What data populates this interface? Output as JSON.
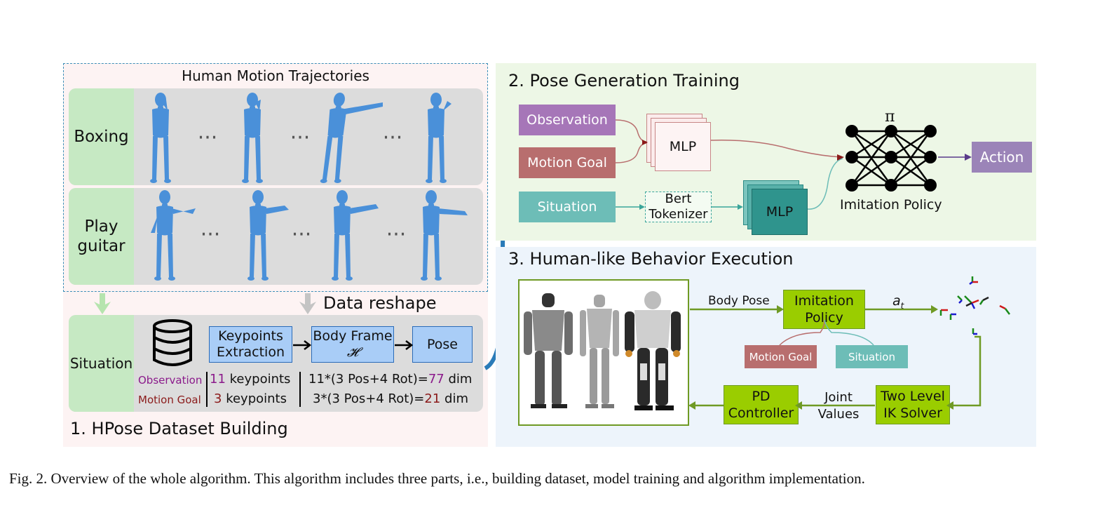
{
  "panel1": {
    "top_title": "Human Motion Trajectories",
    "rows": [
      {
        "label": "Boxing"
      },
      {
        "label": "Play guitar"
      }
    ],
    "ellipsis": "···",
    "situation_label": "Situation",
    "data_reshape": "Data reshape",
    "keypoints_box": "Keypoints Extraction",
    "body_frame_box": "Body Frame",
    "body_frame_symbol": "𝓗",
    "pose_box": "Pose",
    "observation_label": "Observation",
    "observation_count": "11",
    "observation_keypoints": "keypoints",
    "observation_formula": "11*(3 Pos+4 Rot)=",
    "observation_dim_value": "77",
    "motion_goal_label": "Motion Goal",
    "motion_goal_count": "3",
    "motion_goal_keypoints": "keypoints",
    "motion_goal_formula": "3*(3 Pos+4 Rot)=",
    "motion_goal_dim_value": "21",
    "dim_unit": "dim",
    "section_title": "1. HPose Dataset Building"
  },
  "panel2": {
    "section_title": "2. Pose Generation Training",
    "observation": "Observation",
    "motion_goal": "Motion Goal",
    "situation": "Situation",
    "mlp_top": "MLP",
    "bert_tokenizer": "Bert Tokenizer",
    "mlp_bottom": "MLP",
    "pi_symbol": "π",
    "imitation_policy": "Imitation Policy",
    "action": "Action"
  },
  "panel3": {
    "section_title": "3. Human-like Behavior Execution",
    "body_pose": "Body Pose",
    "imitation_policy": "Imitation Policy",
    "a_t": "a",
    "a_t_sub": "t",
    "motion_goal": "Motion Goal",
    "situation": "Situation",
    "pd_controller": "PD Controller",
    "joint_values": "Joint Values",
    "ik_solver": "Two Level IK Solver"
  },
  "caption": "Fig. 2.  Overview of the whole algorithm. This algorithm includes three parts, i.e., building dataset, model training and algorithm implementation.",
  "colors": {
    "panel1_bg": "#fdf3f3",
    "panel2_bg": "#edf7e6",
    "panel3_bg": "#edf4fb",
    "label_green": "#c6e9c3",
    "gray_band": "#dcdcdc",
    "human_blue": "#4a90d9",
    "observation": "#a676b8",
    "motion_goal": "#b86e6e",
    "situation": "#6dbdb7",
    "action": "#9b84b8",
    "lime": "#9acd00",
    "arrow_blue": "#2a7bb8",
    "purple_text": "#8b1a8b",
    "red_text": "#8b1a1a"
  }
}
